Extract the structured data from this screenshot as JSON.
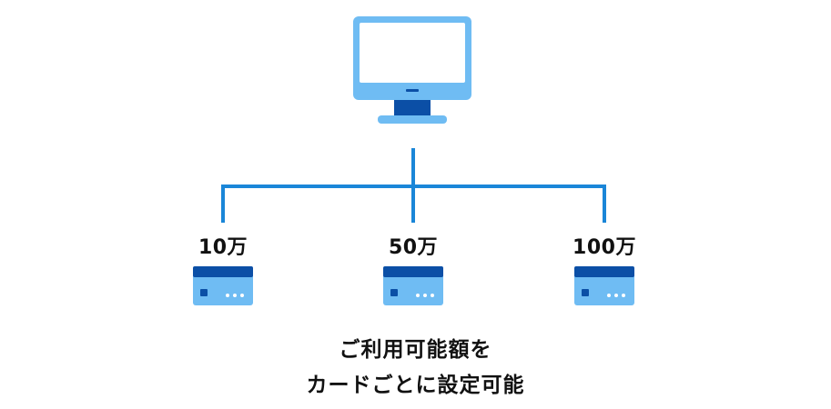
{
  "colors": {
    "light_blue": "#6fbcf3",
    "dark_blue": "#0b4fa6",
    "line_blue": "#1a86d8",
    "screen": "#ffffff"
  },
  "icons": {
    "computer": "monitor-icon",
    "card": "credit-card-icon"
  },
  "cards": [
    {
      "amount": "10万"
    },
    {
      "amount": "50万"
    },
    {
      "amount": "100万"
    }
  ],
  "caption": {
    "line1": "ご利用可能額を",
    "line2": "カードごとに設定可能"
  }
}
